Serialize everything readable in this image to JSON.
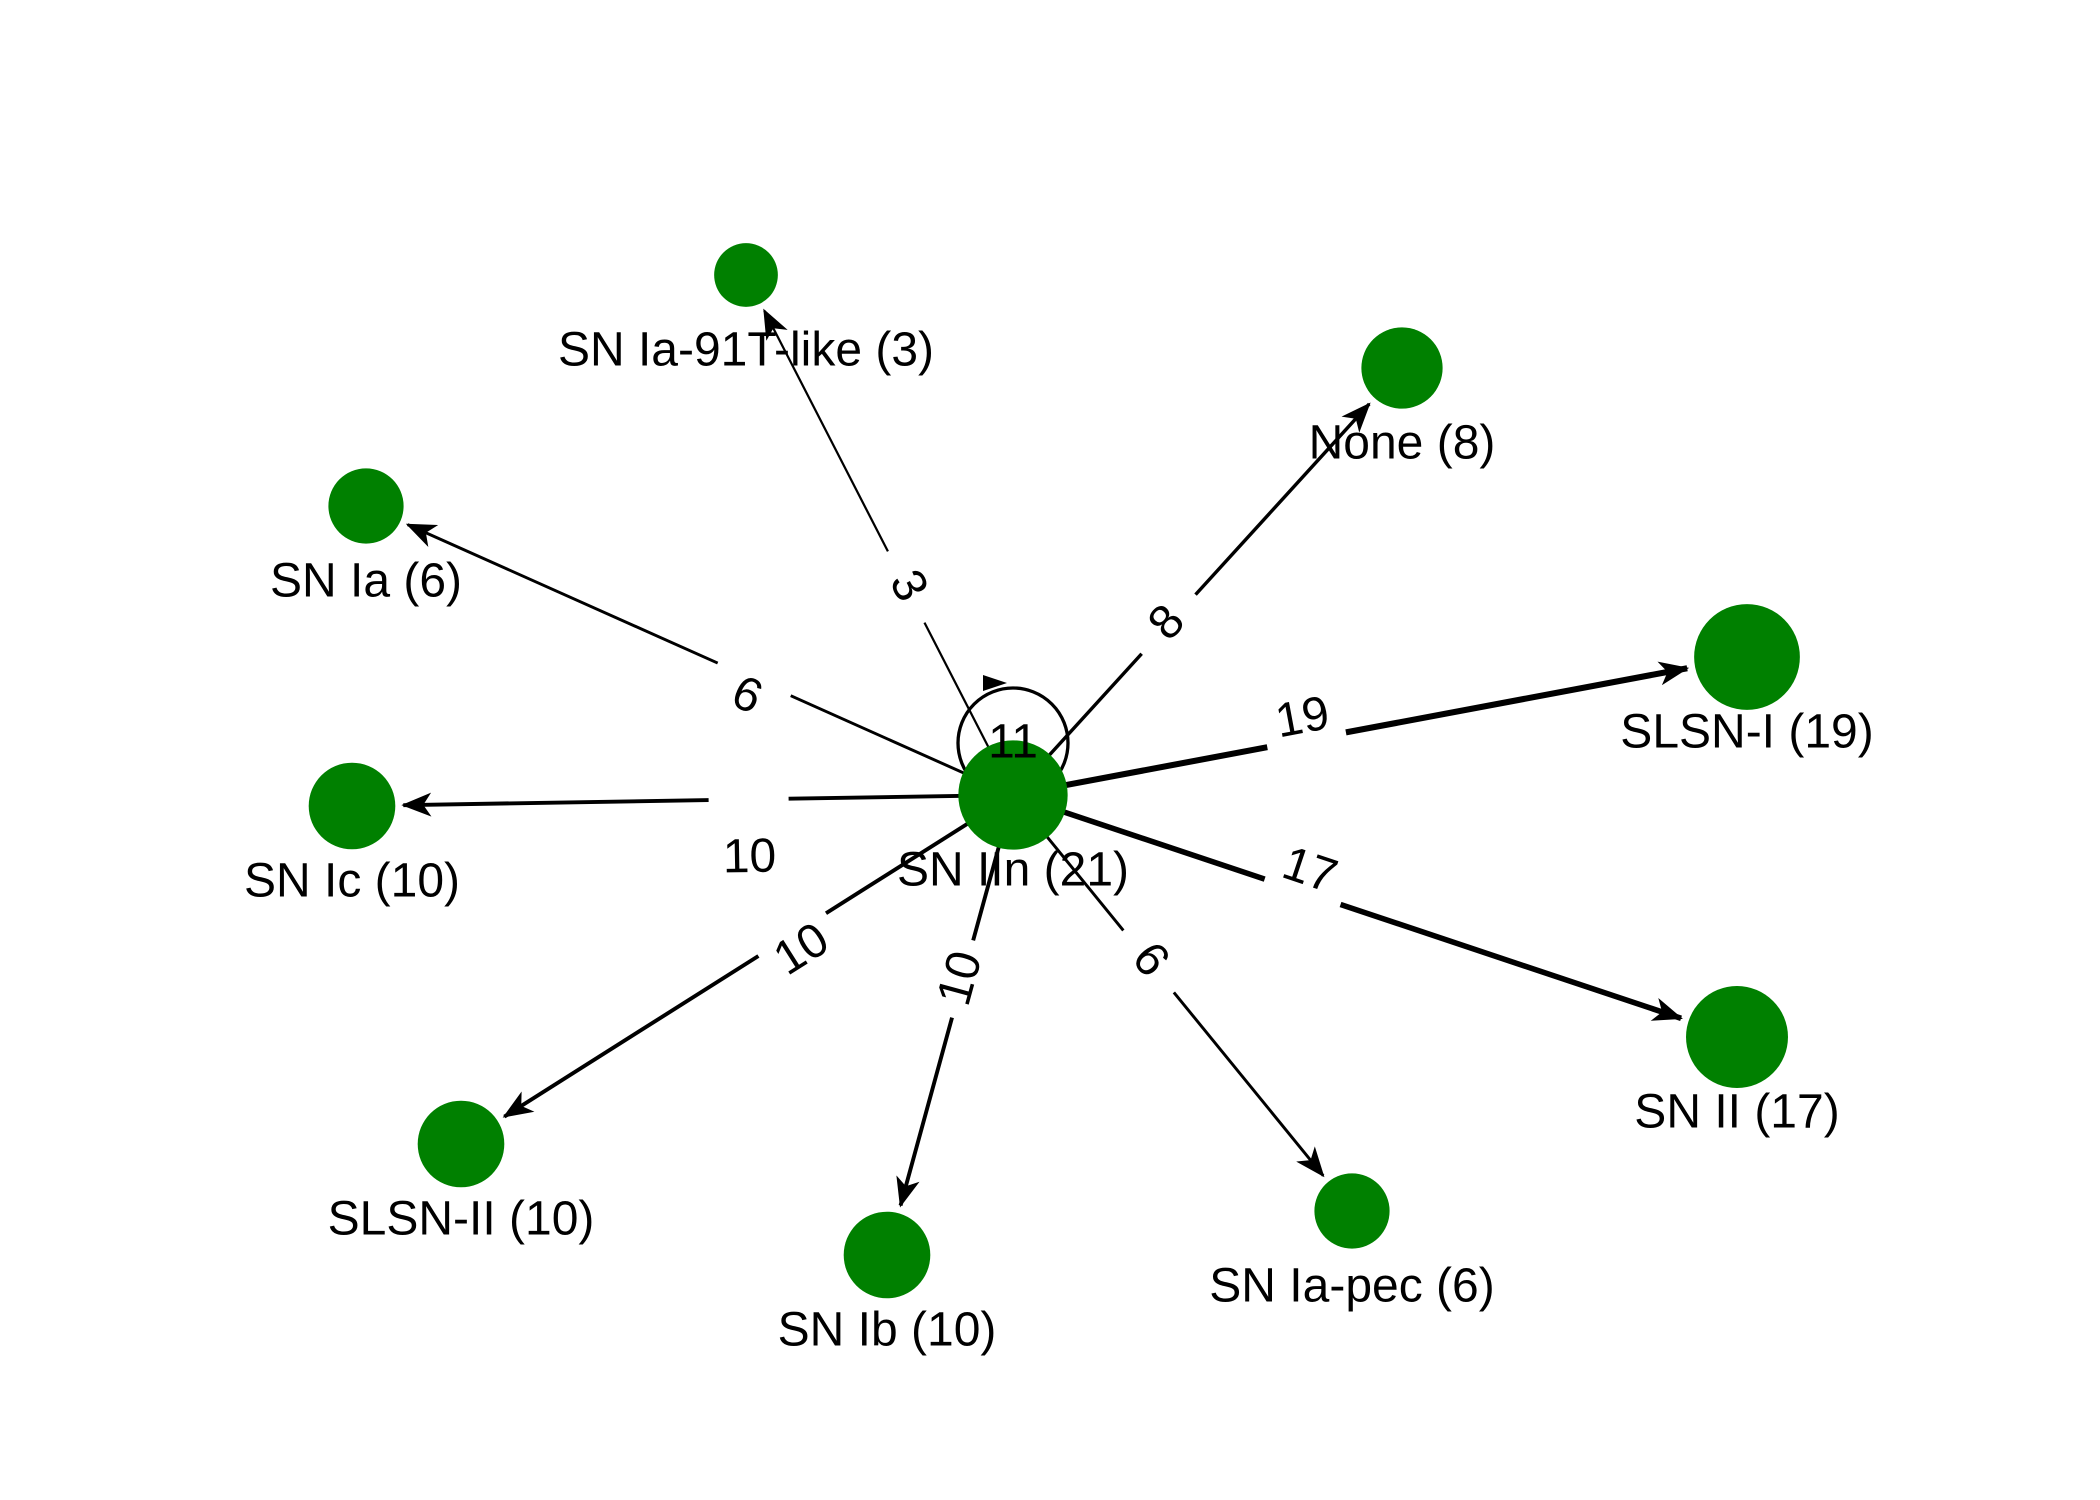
{
  "graph": {
    "node_color": "#008000",
    "edge_color": "#000000",
    "hub": {
      "id": "hub",
      "label": "SN IIn (21)",
      "weight": 21
    },
    "self_loop": {
      "label": "11",
      "weight": 11
    },
    "nodes": [
      {
        "id": "slsn_i",
        "label": "SLSN-I (19)",
        "weight": 19
      },
      {
        "id": "sn_ii",
        "label": "SN II (17)",
        "weight": 17
      },
      {
        "id": "sn_ia_pec",
        "label": "SN Ia-pec (6)",
        "weight": 6
      },
      {
        "id": "sn_ib",
        "label": "SN Ib (10)",
        "weight": 10
      },
      {
        "id": "slsn_ii",
        "label": "SLSN-II (10)",
        "weight": 10
      },
      {
        "id": "sn_ic",
        "label": "SN Ic (10)",
        "weight": 10
      },
      {
        "id": "sn_ia",
        "label": "SN Ia (6)",
        "weight": 6
      },
      {
        "id": "sn_ia_91t",
        "label": "SN Ia-91T-like (3)",
        "weight": 3
      },
      {
        "id": "none",
        "label": "None (8)",
        "weight": 8
      }
    ],
    "edges": [
      {
        "target": "slsn_i",
        "label": "19",
        "weight": 19
      },
      {
        "target": "sn_ii",
        "label": "17",
        "weight": 17
      },
      {
        "target": "sn_ia_pec",
        "label": "6",
        "weight": 6
      },
      {
        "target": "sn_ib",
        "label": "10",
        "weight": 10
      },
      {
        "target": "slsn_ii",
        "label": "10",
        "weight": 10
      },
      {
        "target": "sn_ic",
        "label": "10",
        "weight": 10
      },
      {
        "target": "sn_ia",
        "label": "6",
        "weight": 6
      },
      {
        "target": "sn_ia_91t",
        "label": "3",
        "weight": 3
      },
      {
        "target": "none",
        "label": "8",
        "weight": 8
      }
    ]
  }
}
